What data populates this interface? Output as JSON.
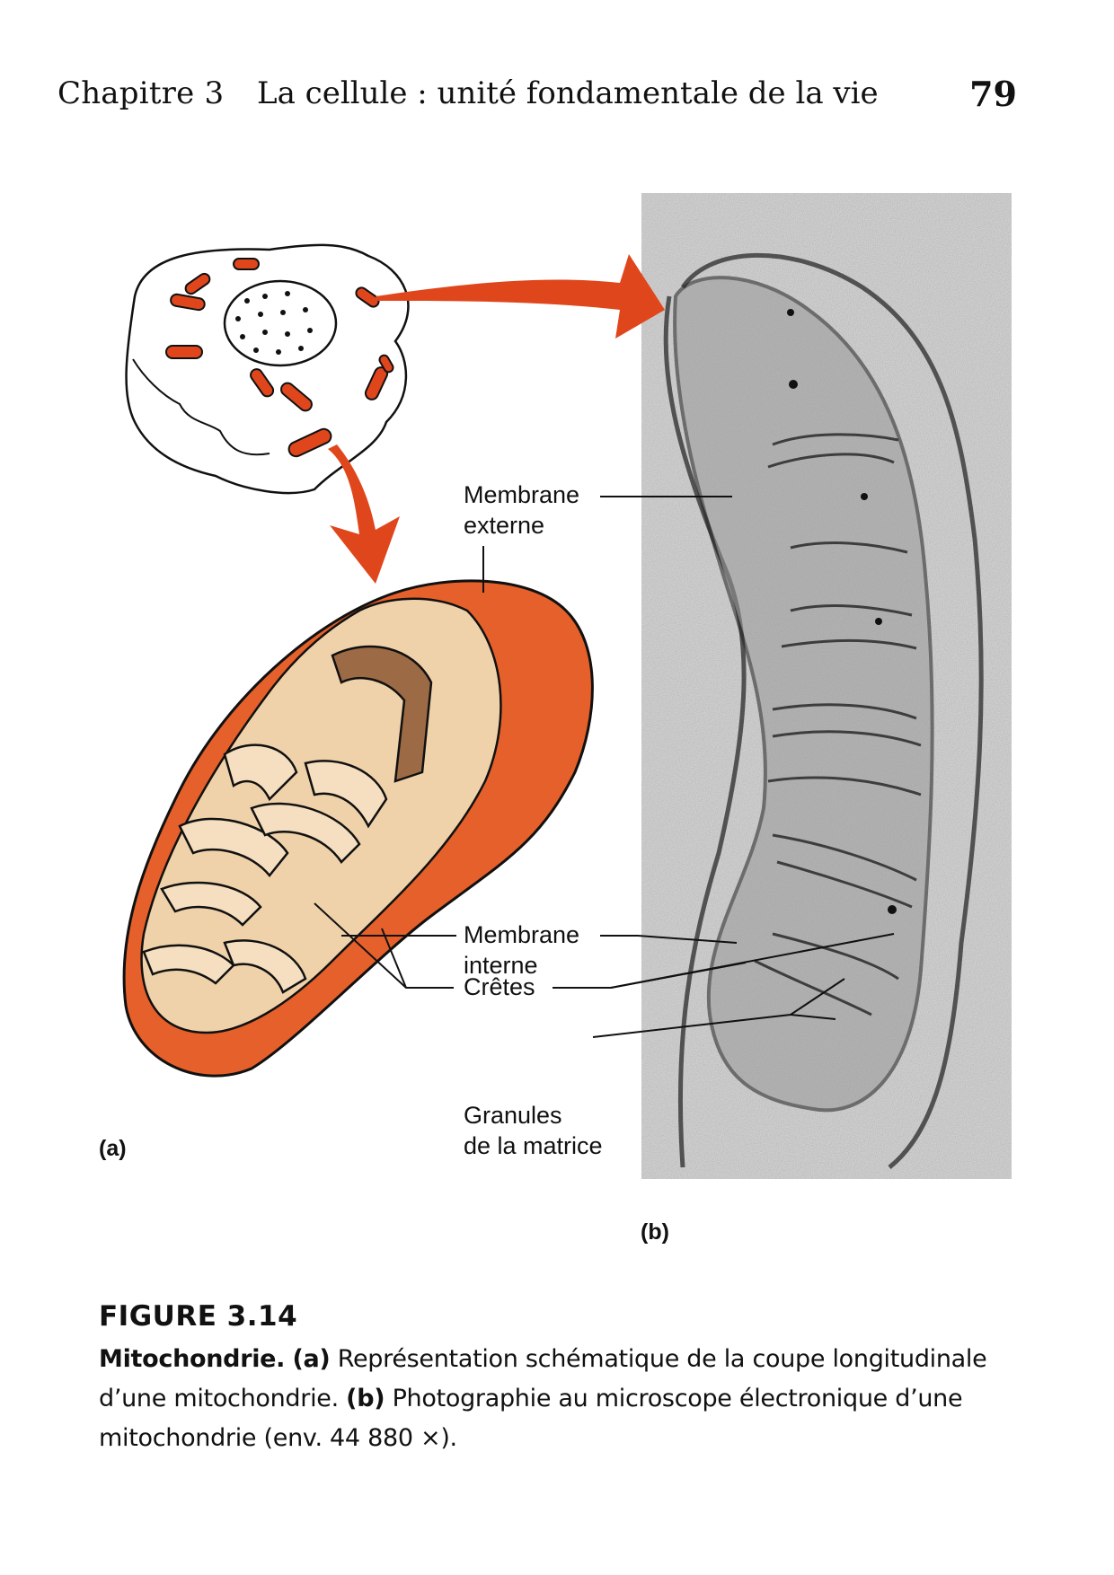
{
  "header": {
    "chapter": "Chapitre 3",
    "chapter_title": "La cellule : unité fondamentale de la vie",
    "page_number": "79"
  },
  "figure": {
    "labels": {
      "membrane_externe": [
        "Membrane",
        "externe"
      ],
      "membrane_interne": [
        "Membrane",
        "interne"
      ],
      "cretes": "Crêtes",
      "granules": [
        "Granules",
        "de la matrice"
      ]
    },
    "panel_a": "(a)",
    "panel_b": "(b)",
    "colors": {
      "accent_red": "#e0461c",
      "outer_orange": "#e5602a",
      "inner_tan": "#f0d2aa",
      "crista_brown": "#9c6a45"
    }
  },
  "caption": {
    "figure_number": "FIGURE 3.14",
    "title": "Mitochondrie.",
    "a_marker": "(a)",
    "a_text": " Représentation schématique de la coupe longitudinale d’une mitochondrie.",
    "b_marker": "(b)",
    "b_text": " Photographie au microscope électronique d’une mitochondrie (env. 44 880 ×)."
  }
}
